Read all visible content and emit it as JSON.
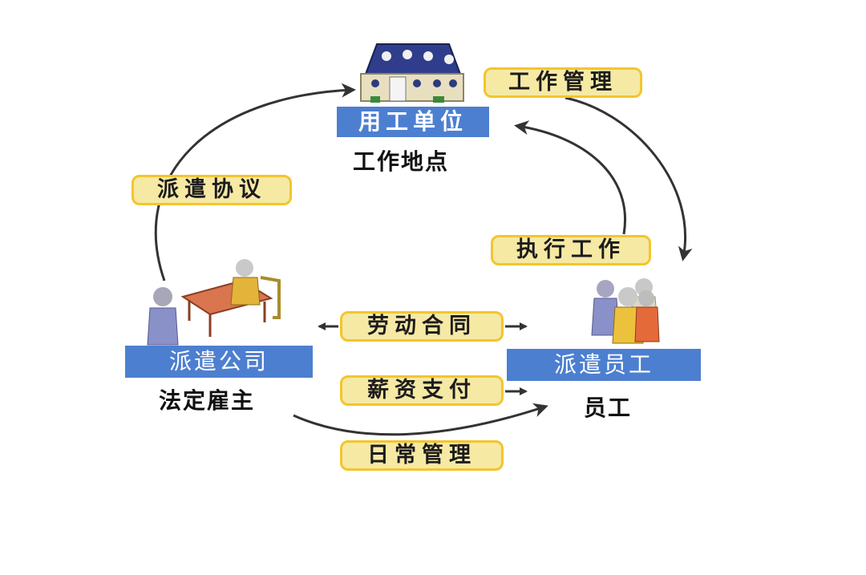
{
  "nodes": {
    "employer": {
      "title": "用工单位",
      "subtitle": "工作地点"
    },
    "agency": {
      "title": "派遣公司",
      "subtitle": "法定雇主"
    },
    "employee": {
      "title": "派遣员工",
      "subtitle": "员工"
    }
  },
  "relations": {
    "work_management": "工作管理",
    "dispatch_agreement": "派遣协议",
    "execute_work": "执行工作",
    "labor_contract": "劳动合同",
    "salary_payment": "薪资支付",
    "daily_management": "日常管理"
  },
  "colors": {
    "label_fill": "#f6e9a4",
    "label_border": "#f3c52e",
    "title_bar": "#4d7fd0",
    "arrow": "#333333"
  },
  "icons": [
    "office-building-icon",
    "meeting-table-icon",
    "employee-group-icon"
  ]
}
